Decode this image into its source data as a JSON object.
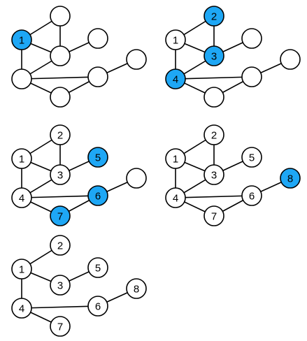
{
  "colors": {
    "highlight": "#1ea7f5",
    "default_fill": "#ffffff",
    "stroke": "#000000"
  },
  "panels": [
    {
      "id": "step-1",
      "nodes": [
        {
          "id": "1",
          "label": "1",
          "highlighted": true
        },
        {
          "id": "2",
          "label": "",
          "highlighted": false
        },
        {
          "id": "3",
          "label": "",
          "highlighted": false
        },
        {
          "id": "4",
          "label": "",
          "highlighted": false
        },
        {
          "id": "5",
          "label": "",
          "highlighted": false
        },
        {
          "id": "6",
          "label": "",
          "highlighted": false
        },
        {
          "id": "7",
          "label": "",
          "highlighted": false
        },
        {
          "id": "8",
          "label": "",
          "highlighted": false
        }
      ],
      "edges": [
        [
          "1",
          "2"
        ],
        [
          "1",
          "3"
        ],
        [
          "1",
          "4"
        ],
        [
          "2",
          "3"
        ],
        [
          "3",
          "4"
        ],
        [
          "3",
          "5"
        ],
        [
          "4",
          "6"
        ],
        [
          "4",
          "7"
        ],
        [
          "6",
          "7"
        ],
        [
          "6",
          "8"
        ]
      ]
    },
    {
      "id": "step-2",
      "nodes": [
        {
          "id": "1",
          "label": "1",
          "highlighted": false
        },
        {
          "id": "2",
          "label": "2",
          "highlighted": true
        },
        {
          "id": "3",
          "label": "3",
          "highlighted": true
        },
        {
          "id": "4",
          "label": "4",
          "highlighted": true
        },
        {
          "id": "5",
          "label": "",
          "highlighted": false
        },
        {
          "id": "6",
          "label": "",
          "highlighted": false
        },
        {
          "id": "7",
          "label": "",
          "highlighted": false
        },
        {
          "id": "8",
          "label": "",
          "highlighted": false
        }
      ],
      "edges": [
        [
          "1",
          "2"
        ],
        [
          "1",
          "3"
        ],
        [
          "1",
          "4"
        ],
        [
          "2",
          "3"
        ],
        [
          "3",
          "4"
        ],
        [
          "3",
          "5"
        ],
        [
          "4",
          "6"
        ],
        [
          "4",
          "7"
        ],
        [
          "6",
          "7"
        ],
        [
          "6",
          "8"
        ]
      ]
    },
    {
      "id": "step-3",
      "nodes": [
        {
          "id": "1",
          "label": "1",
          "highlighted": false
        },
        {
          "id": "2",
          "label": "2",
          "highlighted": false
        },
        {
          "id": "3",
          "label": "3",
          "highlighted": false
        },
        {
          "id": "4",
          "label": "4",
          "highlighted": false
        },
        {
          "id": "5",
          "label": "5",
          "highlighted": true
        },
        {
          "id": "6",
          "label": "6",
          "highlighted": true
        },
        {
          "id": "7",
          "label": "7",
          "highlighted": true
        },
        {
          "id": "8",
          "label": "",
          "highlighted": false
        }
      ],
      "edges": [
        [
          "1",
          "2"
        ],
        [
          "1",
          "3"
        ],
        [
          "1",
          "4"
        ],
        [
          "2",
          "3"
        ],
        [
          "3",
          "4"
        ],
        [
          "3",
          "5"
        ],
        [
          "4",
          "6"
        ],
        [
          "4",
          "7"
        ],
        [
          "6",
          "7"
        ],
        [
          "6",
          "8"
        ]
      ]
    },
    {
      "id": "step-4",
      "nodes": [
        {
          "id": "1",
          "label": "1",
          "highlighted": false
        },
        {
          "id": "2",
          "label": "2",
          "highlighted": false
        },
        {
          "id": "3",
          "label": "3",
          "highlighted": false
        },
        {
          "id": "4",
          "label": "4",
          "highlighted": false
        },
        {
          "id": "5",
          "label": "5",
          "highlighted": false
        },
        {
          "id": "6",
          "label": "6",
          "highlighted": false
        },
        {
          "id": "7",
          "label": "7",
          "highlighted": false
        },
        {
          "id": "8",
          "label": "8",
          "highlighted": true
        }
      ],
      "edges": [
        [
          "1",
          "2"
        ],
        [
          "1",
          "3"
        ],
        [
          "1",
          "4"
        ],
        [
          "2",
          "3"
        ],
        [
          "3",
          "4"
        ],
        [
          "3",
          "5"
        ],
        [
          "4",
          "6"
        ],
        [
          "4",
          "7"
        ],
        [
          "6",
          "7"
        ],
        [
          "6",
          "8"
        ]
      ]
    },
    {
      "id": "bfs-tree",
      "nodes": [
        {
          "id": "1",
          "label": "1",
          "highlighted": false
        },
        {
          "id": "2",
          "label": "2",
          "highlighted": false
        },
        {
          "id": "3",
          "label": "3",
          "highlighted": false
        },
        {
          "id": "4",
          "label": "4",
          "highlighted": false
        },
        {
          "id": "5",
          "label": "5",
          "highlighted": false
        },
        {
          "id": "6",
          "label": "6",
          "highlighted": false
        },
        {
          "id": "7",
          "label": "7",
          "highlighted": false
        },
        {
          "id": "8",
          "label": "8",
          "highlighted": false
        }
      ],
      "edges": [
        [
          "1",
          "2"
        ],
        [
          "1",
          "3"
        ],
        [
          "1",
          "4"
        ],
        [
          "3",
          "5"
        ],
        [
          "4",
          "6"
        ],
        [
          "4",
          "7"
        ],
        [
          "6",
          "8"
        ]
      ]
    }
  ]
}
